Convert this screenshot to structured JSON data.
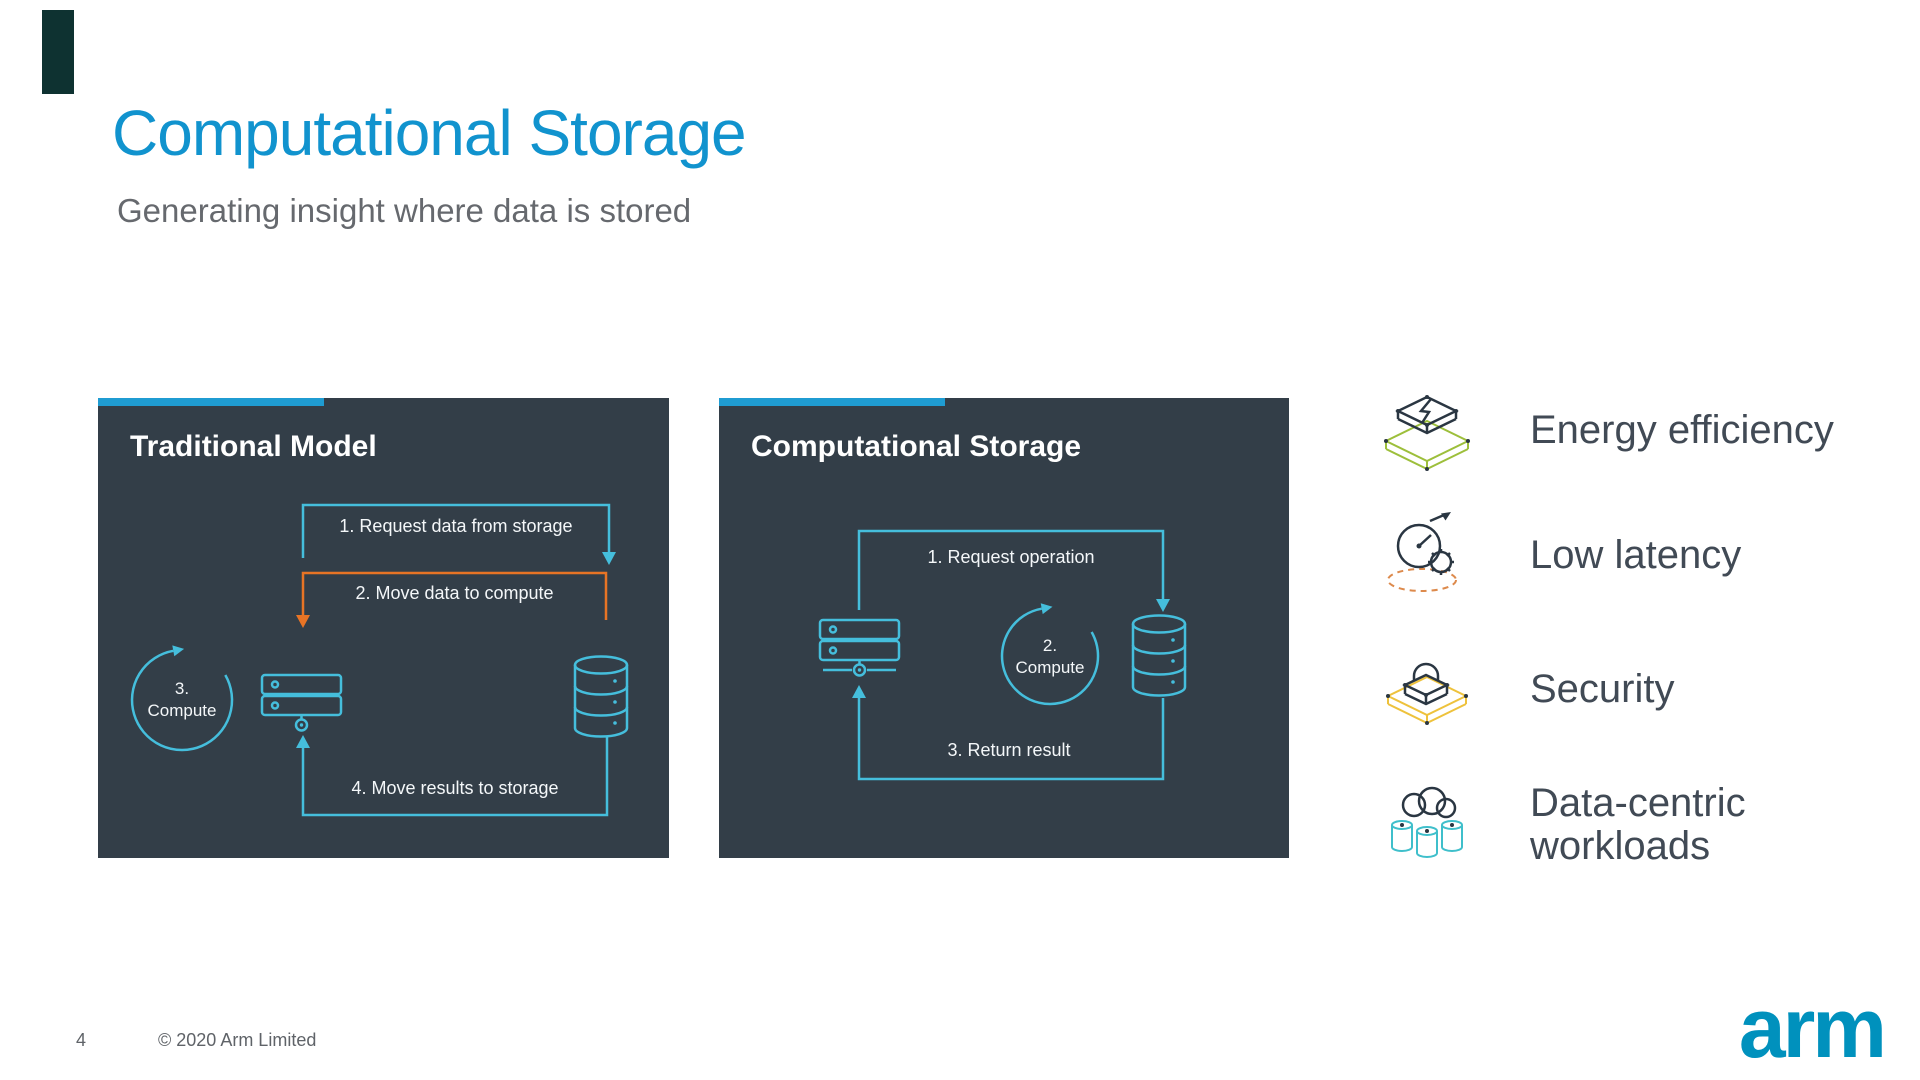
{
  "slide": {
    "title": "Computational Storage",
    "subtitle": "Generating insight where data is stored",
    "page_number": "4",
    "copyright": "© 2020 Arm Limited",
    "brand": "arm"
  },
  "colors": {
    "title_blue": "#1193CE",
    "panel_background": "#333E48",
    "accent_bar": "#1F9CD2",
    "diagram_teal": "#45BEDC",
    "diagram_orange": "#E87425",
    "brand_blue": "#0091BD",
    "icon_green": "#9DBF3B",
    "icon_orange": "#DD8A4C",
    "icon_yellow": "#EEC23C",
    "icon_teal": "#3FBFCB"
  },
  "traditional_panel": {
    "title": "Traditional Model",
    "step1": "1. Request data from storage",
    "step2": "2. Move data to compute",
    "step3_num": "3.",
    "step3_word": "Compute",
    "step4": "4. Move results to storage"
  },
  "computational_panel": {
    "title": "Computational Storage",
    "step1": "1. Request operation",
    "step2_num": "2.",
    "step2_word": "Compute",
    "step3": "3. Return result"
  },
  "features": [
    {
      "icon": "energy-efficiency-icon",
      "label": "Energy efficiency"
    },
    {
      "icon": "low-latency-icon",
      "label": "Low latency"
    },
    {
      "icon": "security-icon",
      "label": "Security"
    },
    {
      "icon": "data-centric-workloads-icon",
      "label": "Data-centric workloads"
    }
  ]
}
